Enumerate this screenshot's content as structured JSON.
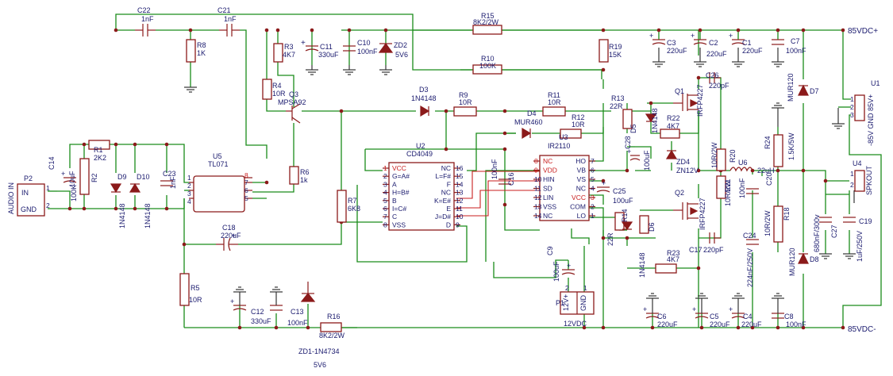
{
  "labels": {
    "C22": "C22",
    "C22v": "1nF",
    "C21": "C21",
    "C21v": "1nF",
    "R15": "R15",
    "R15v": "8K2/2W",
    "R8": "R8",
    "R8v": "1K",
    "R3": "R3",
    "R3v": "4K7",
    "C11": "C11",
    "C11v": "330uF",
    "C10": "C10",
    "C10v": "100nF",
    "ZD2": "ZD2",
    "ZD2v": "5V6",
    "R10": "R10",
    "R10v": "100K",
    "R19": "R19",
    "R19v": "15K",
    "C3": "C3",
    "C3v": "220uF",
    "C2": "C2",
    "C2v": "220uF",
    "C1": "C1",
    "C1v": "220uF",
    "C7": "C7",
    "C7v": "100nF",
    "VPLUS": "85VDC+",
    "R4": "R4",
    "R4v": "10R",
    "Q3": "Q3",
    "Q3v": "MPSA92",
    "D3": "D3",
    "D3v": "1N4148",
    "R9": "R9",
    "R9v": "10R",
    "R11": "R11",
    "R11v": "10R",
    "R13": "R13",
    "R13v": "22R",
    "Q1": "Q1",
    "Q1v": "IRFP4227",
    "C26": "C26",
    "C26v": "220pF",
    "MUR120a": "MUR120",
    "D7": "D7",
    "U1": "U1",
    "U1p1": "1",
    "U1p2": "2",
    "U1p3": "3",
    "U1txt": "-85V GND 85V+",
    "D4": "D4",
    "D4v": "MUR460",
    "R12": "R12",
    "R12v": "10R",
    "D5": "D5",
    "D5v": "1N4148",
    "R22": "R22",
    "R22v": "4K7",
    "P2": "P2",
    "AUDIOIN": "AUDIO IN",
    "IN": "IN",
    "GND": "GND",
    "P2p1": "1",
    "P2p2": "2",
    "C14": "C14",
    "C14v": "10uF",
    "R1": "R1",
    "R1v": "2K2",
    "R2": "R2",
    "R2v": "100K",
    "D9": "D9",
    "D9v": "1N4148",
    "D10": "D10",
    "D10v": "1N4148",
    "C23": "C23",
    "C23v": "1nF",
    "U5": "U5",
    "U5v": "TL071",
    "R6": "R6",
    "R6v": "1k",
    "U2": "U2",
    "U2v": "CD4049",
    "U3": "U3",
    "U3v": "IR2110",
    "C28": "C28",
    "C28v": "100uF",
    "ZD4": "ZD4",
    "ZD4v": "ZN12V",
    "R24": "R24",
    "R24v": "1.5K/5W",
    "U4": "U4",
    "SPKOUT": "SPKOUT",
    "U4p1": "1",
    "U4p2": "2",
    "R20": "R20",
    "R20v": "10R/2W",
    "U6": "U6",
    "U6v": "22uH",
    "C20": "C20",
    "C20v": "100nF",
    "C16": "C16",
    "C16v": "100nF",
    "C25": "C25",
    "C25v": "100uF",
    "Q2": "Q2",
    "Q2v": "IRFP4227",
    "R21": "R21",
    "R21v": "10R/2W",
    "R18": "R18",
    "R18v": "10R/2W",
    "C27": "C27",
    "C27v": "680nF/300v",
    "C19": "C19",
    "C19v": "1uF/250V",
    "R7": "R7",
    "R7v": "6K8",
    "C18": "C18",
    "C18v": "220uF",
    "R14": "R14",
    "R14v": "22R",
    "D6": "D6",
    "D6v": "1N4148",
    "C17": "C17",
    "C17v": "220pF",
    "C24": "C24",
    "C24v": "224nF/250V",
    "MUR120b": "MUR120",
    "D8": "D8",
    "R5": "R5",
    "R5v": "10R",
    "C9": "C9",
    "C9v": "100uF",
    "R23": "R23",
    "R23v": "4K7",
    "P1": "P1",
    "P1a": "12V+",
    "P1b": "GND",
    "P1p1": "1",
    "P1p2": "2",
    "P1v": "12VDC",
    "C12": "C12",
    "C12v": "330uF",
    "C13": "C13",
    "C13v": "100nF",
    "R16": "R16",
    "R16v": "8K2/2W",
    "ZD1": "ZD1-1N4734",
    "ZD1v": "5V6",
    "C6": "C6",
    "C6v": "220uF",
    "C5": "C5",
    "C5v": "220uF",
    "C4": "C4",
    "C4v": "220uF",
    "C8": "C8",
    "C8v": "100nF",
    "VMINUS": "85VDC-"
  },
  "u5pins": {
    "p1": "1",
    "p2": "2",
    "p3": "3",
    "p4": "4",
    "p5": "5",
    "p6": "6",
    "p7": "7",
    "p8": "8"
  },
  "u2pins": {
    "l": [
      {
        "n": "1",
        "t": "VCC"
      },
      {
        "n": "2",
        "t": "G=A#"
      },
      {
        "n": "3",
        "t": "A"
      },
      {
        "n": "4",
        "t": "H=B#"
      },
      {
        "n": "5",
        "t": "B"
      },
      {
        "n": "6",
        "t": "I=C#"
      },
      {
        "n": "7",
        "t": "C"
      },
      {
        "n": "8",
        "t": "VSS"
      }
    ],
    "r": [
      {
        "n": "16",
        "t": "NC"
      },
      {
        "n": "15",
        "t": "L=F#"
      },
      {
        "n": "14",
        "t": "F"
      },
      {
        "n": "13",
        "t": "NC"
      },
      {
        "n": "12",
        "t": "K=E#"
      },
      {
        "n": "11",
        "t": "E"
      },
      {
        "n": "10",
        "t": "J=D#"
      },
      {
        "n": "9",
        "t": "D"
      }
    ]
  },
  "u3pins": {
    "l": [
      {
        "n": "8",
        "t": "NC"
      },
      {
        "n": "9",
        "t": "VDD"
      },
      {
        "n": "10",
        "t": "HIN"
      },
      {
        "n": "11",
        "t": "SD"
      },
      {
        "n": "12",
        "t": "LIN"
      },
      {
        "n": "13",
        "t": "VSS"
      },
      {
        "n": "14",
        "t": "NC"
      }
    ],
    "r": [
      {
        "n": "7",
        "t": "HO"
      },
      {
        "n": "6",
        "t": "VB"
      },
      {
        "n": "5",
        "t": "VS"
      },
      {
        "n": "4",
        "t": "NC"
      },
      {
        "n": "3",
        "t": "VCC"
      },
      {
        "n": "2",
        "t": "COM"
      },
      {
        "n": "1",
        "t": "LO"
      }
    ]
  }
}
